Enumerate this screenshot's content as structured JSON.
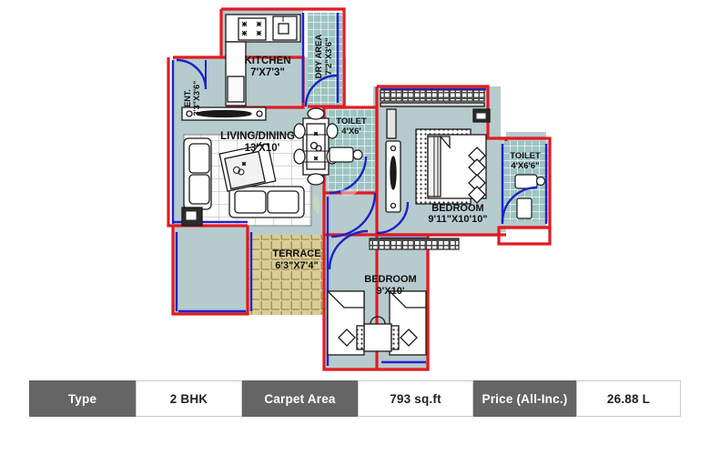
{
  "plan": {
    "title": "2 BHK apartment floor plan",
    "rooms": [
      {
        "id": "entrance",
        "name": "ENT.",
        "dim": "3'3\"X3'6\"",
        "orientation": "vertical"
      },
      {
        "id": "kitchen",
        "name": "KITCHEN",
        "dim": "7'X7'3\"",
        "orientation": "horizontal"
      },
      {
        "id": "dry-area",
        "name": "DRY AREA",
        "dim": "7'2\"X3'6\"",
        "orientation": "vertical"
      },
      {
        "id": "living",
        "name": "LIVING/DINING",
        "dim": "13'X10'",
        "orientation": "horizontal"
      },
      {
        "id": "toilet-1",
        "name": "TOILET",
        "dim": "4'X6'",
        "orientation": "horizontal"
      },
      {
        "id": "toilet-2",
        "name": "TOILET",
        "dim": "4'X6'6\"",
        "orientation": "horizontal"
      },
      {
        "id": "bedroom-1",
        "name": "BEDROOM",
        "dim": "9'11\"X10'10\"",
        "orientation": "horizontal"
      },
      {
        "id": "bedroom-2",
        "name": "BEDROOM",
        "dim": "9'X10'",
        "orientation": "horizontal"
      },
      {
        "id": "terrace",
        "name": "TERRACE",
        "dim": "6'3\"X7'4\"",
        "orientation": "horizontal"
      }
    ],
    "colors": {
      "room_fill": "#b6cbce",
      "wall_outline": "#e11b22",
      "wall_inner": "#2222cc",
      "door_arc": "#1a23c8",
      "tile_teal": "#9dc4c2",
      "terrace_tile": "#d9cd96",
      "furniture_line": "#1a1a1a",
      "label_text": "#111111"
    }
  },
  "spec": {
    "type_label": "Type",
    "type_value": "2 BHK",
    "carpet_label": "Carpet Area",
    "carpet_value": "793 sq.ft",
    "price_label": "Price (All-Inc.)",
    "price_value": "26.88 L"
  }
}
